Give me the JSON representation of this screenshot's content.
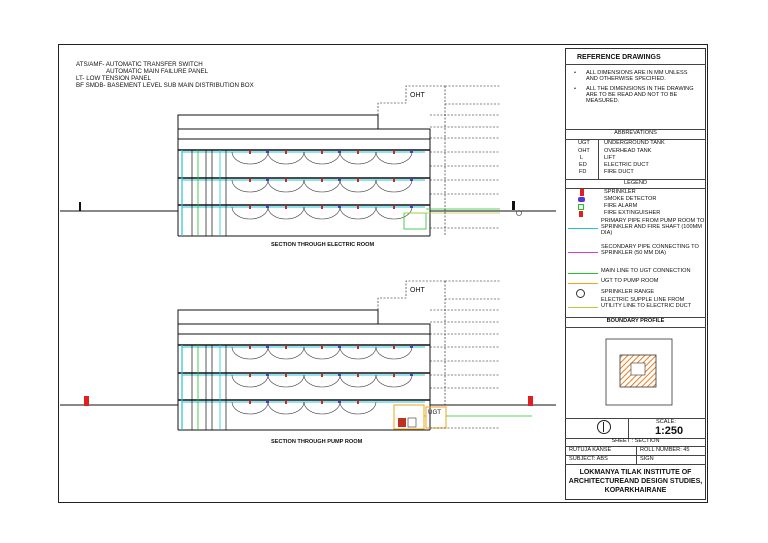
{
  "notes": [
    "ATS/AMF- AUTOMATIC TRANSFER SWITCH",
    "AUTOMATIC MAIN FAILURE PANEL",
    "LT- LOW TENSION PANEL",
    "BF SMDB- BASEMENT LEVEL SUB MAIN DISTRIBUTION BOX"
  ],
  "sections": {
    "electric_room": {
      "title": "SECTION THROUGH ELECTRIC ROOM",
      "oht": "OHT"
    },
    "pump_room": {
      "title": "SECTION THROUGH PUMP ROOM",
      "oht": "OHT",
      "ugt": "UGT"
    }
  },
  "reference": {
    "title": "REFERENCE DRAWINGS",
    "items": [
      "ALL DIMENSIONS ARE IN MM UNLESS AND OTHERWISE SPECIFIED.",
      "ALL THE DIMENSIONS IN THE DRAWING ARE TO BE READ AND NOT TO BE MEASURED."
    ]
  },
  "abbreviations": {
    "title": "ABBREVATIONS",
    "items": [
      {
        "code": "UGT",
        "text": "UNDERGROUND TANK"
      },
      {
        "code": "OHT",
        "text": "OVERHEAD TANK"
      },
      {
        "code": "L",
        "text": "LIFT"
      },
      {
        "code": "ED",
        "text": "ELECTRIC DUCT"
      },
      {
        "code": "FD",
        "text": "FIRE DUCT"
      }
    ]
  },
  "legend": {
    "title": "LEGEND",
    "items": [
      {
        "label": "SPRINKLER",
        "icon": "sprinkler-icon"
      },
      {
        "label": "SMOKE DETECTOR",
        "icon": "smoke-detector-icon"
      },
      {
        "label": "FIRE ALARM",
        "icon": "fire-alarm-icon"
      },
      {
        "label": "FIRE EXTINGUISHER",
        "icon": "fire-extinguisher-icon"
      },
      {
        "label": "PRIMARY PIPE FROM PUMP ROOM TO SPRINKLER AND FIRE SHAFT (100MM DIA)",
        "color": "#22c5d8"
      },
      {
        "label": "SECONDARY PIPE CONNECTING TO SPRINKLER (50 MM DIA)",
        "color": "#d63ad6"
      },
      {
        "label": "MAIN LINE TO UGT CONNECTION",
        "color": "#22c22a"
      },
      {
        "label": "UGT TO PUMP ROOM",
        "color": "#f0a418"
      },
      {
        "label": "SPRINKLER RANGE",
        "icon": "sprinkler-range-icon"
      },
      {
        "label": "ELECTRIC SUPPLE LINE FROM UTILITY LINE TO ELECTRIC DUCT",
        "color": "#b5cf3c"
      }
    ]
  },
  "boundary": {
    "title": "BOUNDARY PROFILE"
  },
  "scale": {
    "label": "SCALE:",
    "value": "1:250"
  },
  "sheet": {
    "label": "SHEET : SECTION"
  },
  "info": {
    "name": "RUTUJA KANSE",
    "roll": "ROLL NUMBER: 45",
    "subject": "SUBJECT: ABS",
    "sign": "SIGN"
  },
  "institute": "LOKMANYA TILAK INSTITUTE OF ARCHITECTUREAND DESIGN STUDIES, KOPARKHAIRANE",
  "colors": {
    "primary": "#22c5d8",
    "secondary": "#d63ad6",
    "main": "#22c22a",
    "ugt": "#f0a418",
    "electric": "#b5cf3c",
    "sprinkler": "#e02020",
    "detector": "#5a36d0",
    "hatch": "#f07a1a"
  }
}
